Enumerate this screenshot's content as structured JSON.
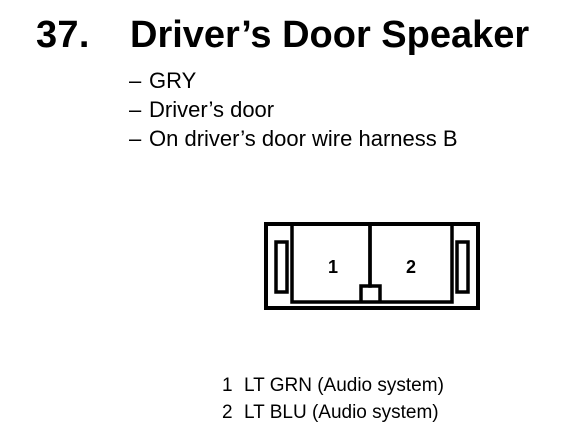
{
  "heading": {
    "number": "37.",
    "title": "Driver’s Door Speaker"
  },
  "info": [
    {
      "dash": "–",
      "text": "GRY"
    },
    {
      "dash": "–",
      "text": "Driver’s door"
    },
    {
      "dash": "–",
      "text": "On driver’s door wire harness B"
    }
  ],
  "connector": {
    "terminals": [
      "1",
      "2"
    ]
  },
  "pins": [
    {
      "number": "1",
      "description": "LT GRN (Audio system)"
    },
    {
      "number": "2",
      "description": "LT BLU (Audio system)"
    }
  ]
}
